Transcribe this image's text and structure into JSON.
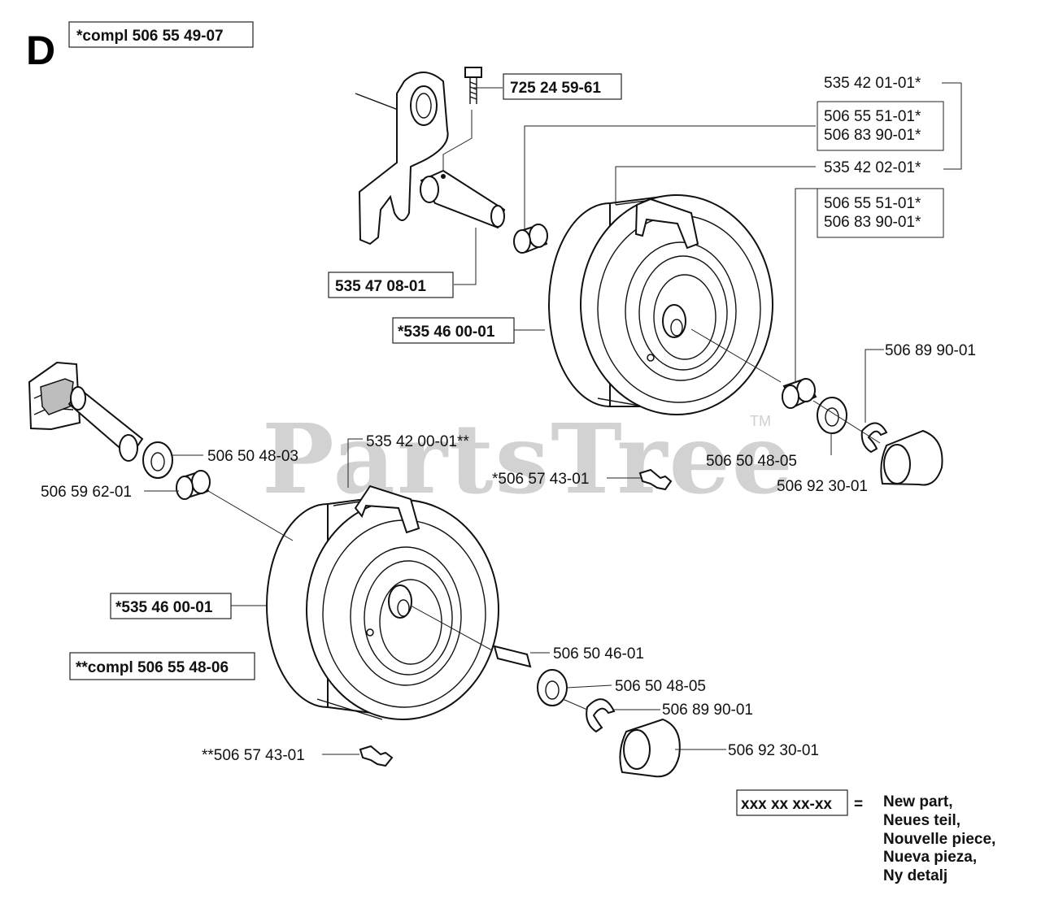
{
  "section_letter": "D",
  "watermark": {
    "text": "PartsTree",
    "tm": "TM"
  },
  "boxed_labels": {
    "compl_top": "*compl 506 55 49-07",
    "bolt": "725 24 59-61",
    "axle_bracket": "535 47 08-01",
    "wheel_top": "*535 46 00-01",
    "wheel_bottom": "*535 46 00-01",
    "compl_bottom": "**compl 506 55 48-06",
    "legend_key": "xxx xx xx-xx"
  },
  "labels": {
    "p535_42_01": "535 42 01-01*",
    "p506_55_51_a": "506 55 51-01*",
    "p506_83_90_a": "506 83 90-01*",
    "p535_42_02": "535 42 02-01*",
    "p506_55_51_b": "506 55 51-01*",
    "p506_83_90_b": "506 83 90-01*",
    "p506_89_90_top": "506 89 90-01",
    "p506_50_48_05_top": "506 50 48-05",
    "p506_57_43_top": "*506 57 43-01",
    "p506_92_30_top": "506 92 30-01",
    "p506_50_48_03": "506 50 48-03",
    "p535_42_00": "535 42 00-01**",
    "p506_59_62": "506 59 62-01",
    "p506_50_46": "506 50 46-01",
    "p506_50_48_05_bot": "506 50 48-05",
    "p506_89_90_bot": "506 89 90-01",
    "p506_57_43_bot": "**506 57 43-01",
    "p506_92_30_bot": "506 92 30-01"
  },
  "legend": {
    "equals": "=",
    "lines": [
      "New part,",
      "Neues teil,",
      "Nouvelle piece,",
      "Nueva pieza,",
      "Ny detalj"
    ]
  }
}
